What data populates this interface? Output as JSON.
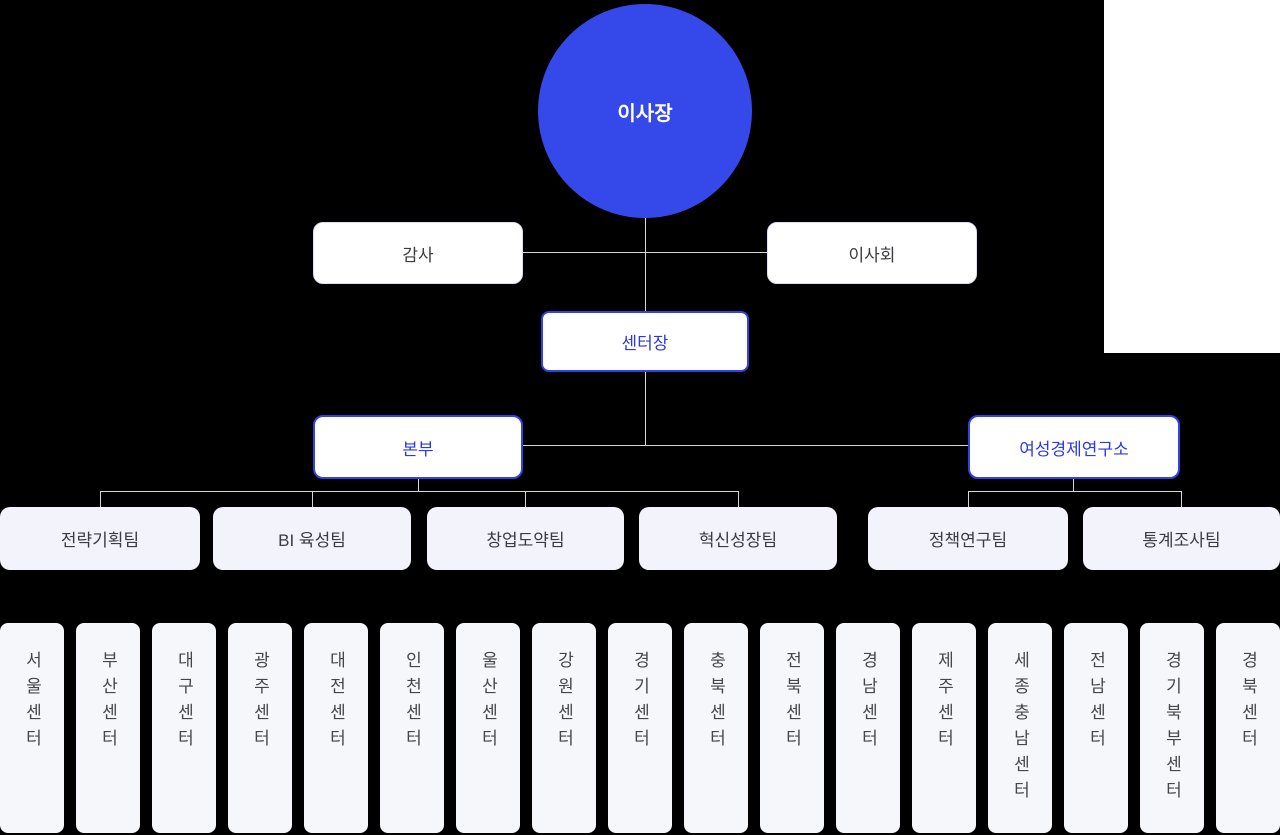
{
  "org_chart": {
    "chairman": "이사장",
    "audit": "감사",
    "board": "이사회",
    "center_head": "센터장",
    "headquarters": {
      "label": "본부",
      "teams": [
        "전략기획팀",
        "BI 육성팀",
        "창업도약팀",
        "혁신성장팀"
      ]
    },
    "institute": {
      "label": "여성경제연구소",
      "teams": [
        "정책연구팀",
        "통계조사팀"
      ]
    },
    "regional_centers": [
      "서울센터",
      "부산센터",
      "대구센터",
      "광주센터",
      "대전센터",
      "인천센터",
      "울산센터",
      "강원센터",
      "경기센터",
      "충북센터",
      "전북센터",
      "경남센터",
      "제주센터",
      "세종충남센터",
      "전남센터",
      "경기북부센터",
      "경북센터"
    ],
    "colors": {
      "circle_fill": "#3549ea",
      "blue_border": "#3142e6",
      "blue_text": "#2c3ae3",
      "light_border": "#dcdef5",
      "team_fill": "#f2f3fb",
      "center_fill": "#f6f7fb",
      "connector": "#d7d7d9",
      "background": "#000000",
      "text_dark": "#3b3b40"
    }
  }
}
